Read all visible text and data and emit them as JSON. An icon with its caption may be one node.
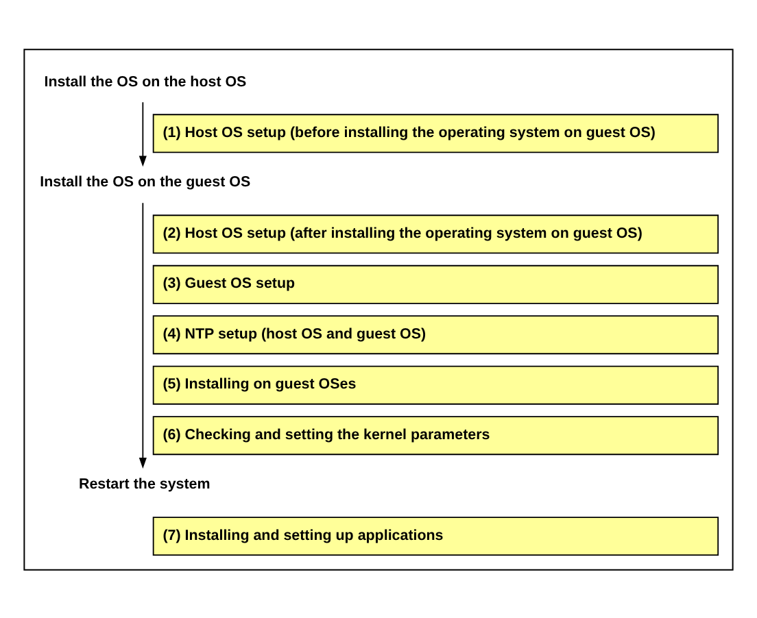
{
  "diagram": {
    "nodes": [
      {
        "text": [],
        "shape": "box"
      },
      {
        "text": [
          "Install the OS on the host OS"
        ],
        "in": 0
      },
      {
        "text": [
          "(1) Host OS setup (before installing the operating system on guest OS)"
        ],
        "in": 0
      },
      {
        "text": [
          "Install the OS on the guest OS"
        ],
        "in": 0
      },
      {
        "text": [
          "(2) Host OS setup (after installing the operating system on guest OS)"
        ],
        "in": 0
      },
      {
        "text": [
          "(3) Guest OS setup"
        ],
        "in": 0
      },
      {
        "text": [
          "(4) NTP setup (host OS and guest OS)"
        ],
        "in": 0
      },
      {
        "text": [
          "(5) Installing on guest OSes"
        ],
        "in": 0
      },
      {
        "text": [
          "(6) Checking and setting the kernel parameters"
        ],
        "in": 0
      },
      {
        "text": [
          "Restart the system"
        ],
        "in": 0
      },
      {
        "text": [
          "(7) Installing and setting up applications"
        ],
        "in": 0
      }
    ],
    "edges": [
      {
        "from": 1,
        "to": 3,
        "arrow": "to"
      },
      {
        "from": 3,
        "to": 9,
        "arrow": "to"
      }
    ]
  }
}
